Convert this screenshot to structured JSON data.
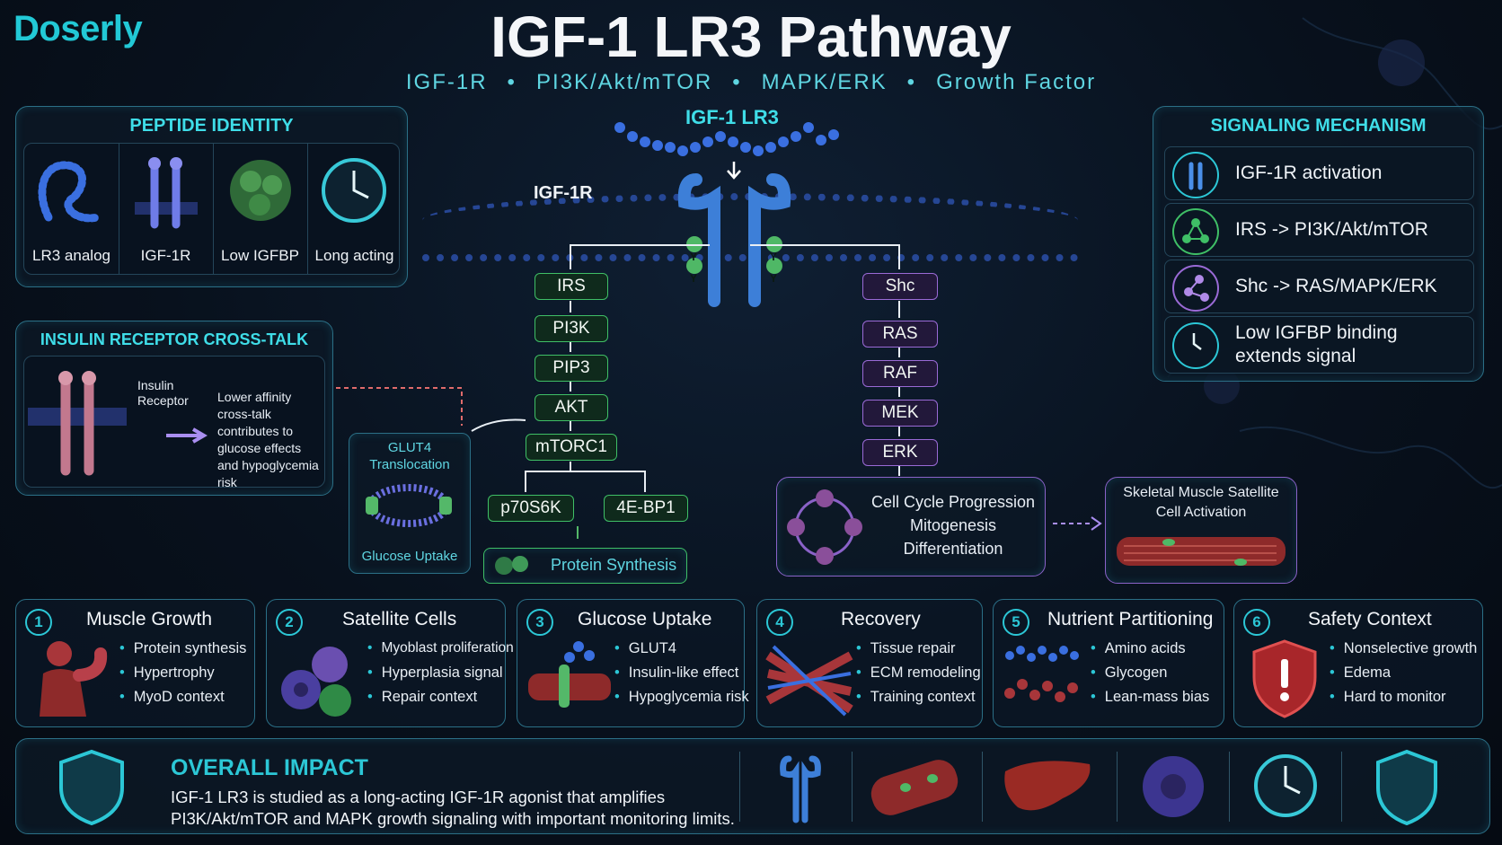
{
  "brand": "Doserly",
  "title": "IGF-1 LR3 Pathway",
  "subtitle": [
    "IGF-1R",
    "PI3K/Akt/mTOR",
    "MAPK/ERK",
    "Growth Factor"
  ],
  "peptide_identity": {
    "title": "PEPTIDE IDENTITY",
    "items": [
      {
        "label": "LR3 analog",
        "icon": "peptide-chain-icon"
      },
      {
        "label": "IGF-1R",
        "icon": "receptor-icon"
      },
      {
        "label": "Low IGFBP",
        "icon": "protein-blob-icon"
      },
      {
        "label": "Long acting",
        "icon": "clock-icon"
      }
    ]
  },
  "insulin_crosstalk": {
    "title": "INSULIN RECEPTOR CROSS-TALK",
    "receptor_label": "Insulin Receptor",
    "description": "Lower affinity cross-talk contributes to glucose effects and hypoglycemia risk"
  },
  "center": {
    "ligand_label": "IGF-1 LR3",
    "receptor_label": "IGF-1R",
    "phospho_label": "Y",
    "pi3k_path": [
      "IRS",
      "PI3K",
      "PIP3",
      "AKT",
      "mTORC1"
    ],
    "mtor_outputs": [
      "p70S6K",
      "4E-BP1"
    ],
    "protein_synthesis": "Protein Synthesis",
    "glut4": {
      "title": "GLUT4 Translocation",
      "caption": "Glucose Uptake"
    },
    "mapk_path": [
      "Shc",
      "RAS",
      "RAF",
      "MEK",
      "ERK"
    ],
    "cell_cycle": [
      "Cell Cycle Progression",
      "Mitogenesis",
      "Differentiation"
    ],
    "skeletal_muscle": "Skeletal Muscle Satellite Cell Activation"
  },
  "signaling_mechanism": {
    "title": "SIGNALING MECHANISM",
    "items": [
      {
        "label": "IGF-1R activation",
        "icon": "receptor-icon"
      },
      {
        "label": "IRS -> PI3K/Akt/mTOR",
        "icon": "network-green-icon"
      },
      {
        "label": "Shc -> RAS/MAPK/ERK",
        "icon": "network-purple-icon"
      },
      {
        "label": "Low IGFBP binding extends signal",
        "icon": "clock-icon"
      }
    ]
  },
  "effects": [
    {
      "num": "1",
      "title": "Muscle Growth",
      "items": [
        "Protein synthesis",
        "Hypertrophy",
        "MyoD context"
      ],
      "icon": "muscle-figure-icon"
    },
    {
      "num": "2",
      "title": "Satellite Cells",
      "items": [
        "Myoblast proliferation",
        "Hyperplasia signal",
        "Repair context"
      ],
      "icon": "cells-icon"
    },
    {
      "num": "3",
      "title": "Glucose Uptake",
      "items": [
        "GLUT4",
        "Insulin-like effect",
        "Hypoglycemia risk"
      ],
      "icon": "glucose-transporter-icon"
    },
    {
      "num": "4",
      "title": "Recovery",
      "items": [
        "Tissue repair",
        "ECM remodeling",
        "Training context"
      ],
      "icon": "fibers-icon"
    },
    {
      "num": "5",
      "title": "Nutrient Partitioning",
      "items": [
        "Amino acids",
        "Glycogen",
        "Lean-mass bias"
      ],
      "icon": "molecules-icon"
    },
    {
      "num": "6",
      "title": "Safety Context",
      "items": [
        "Nonselective growth",
        "Edema",
        "Hard to monitor"
      ],
      "icon": "warning-shield-icon"
    }
  ],
  "overall_impact": {
    "title": "OVERALL IMPACT",
    "text": "IGF-1 LR3 is studied as a long-acting IGF-1R agonist that amplifies PI3K/Akt/mTOR and MAPK growth signaling with important monitoring limits.",
    "icons": [
      "receptor-icon",
      "muscle-fiber-icon",
      "liver-icon",
      "cell-icon",
      "clock-icon",
      "shield-icon"
    ]
  },
  "colors": {
    "accent": "#2cc7d6",
    "pi3k": "#3fbf66",
    "mapk": "#9a6ad6",
    "title": "#f4f6f9"
  }
}
